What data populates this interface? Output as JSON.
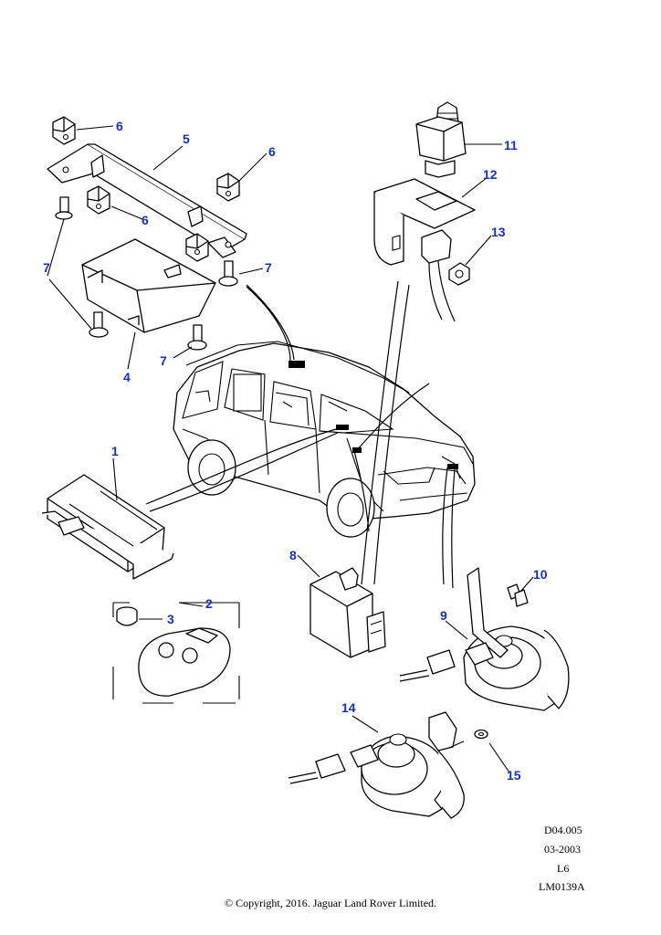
{
  "diagram": {
    "callouts": {
      "c1": "1",
      "c2": "2",
      "c3": "3",
      "c4": "4",
      "c5": "5",
      "c6a": "6",
      "c6b": "6",
      "c6c": "6",
      "c7a": "7",
      "c7b": "7",
      "c7c": "7",
      "c8": "8",
      "c9": "9",
      "c10": "10",
      "c11": "11",
      "c12": "12",
      "c13": "13",
      "c14": "14",
      "c15": "15"
    },
    "ref_code": "D04.005",
    "date": "03-2003",
    "sheet": "L6",
    "illustration_id": "LM0139A",
    "copyright": "© Copyright, 2016. Jaguar Land Rover Limited.",
    "callout_color": "#1530c8",
    "line_color": "#000000"
  }
}
